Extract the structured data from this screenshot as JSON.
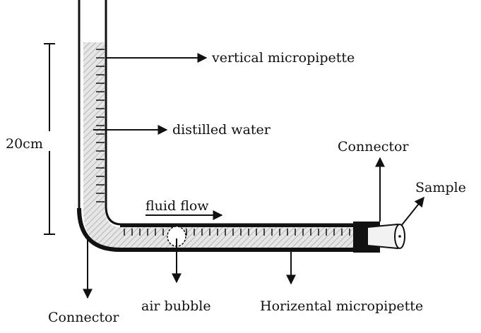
{
  "labels": {
    "height": "20cm",
    "vertical_micropipette": "vertical micropipette",
    "distilled_water": "distilled water",
    "fluid_flow": "fluid flow",
    "connector_right": "Connector",
    "sample": "Sample",
    "connector_bottom": "Connector",
    "air_bubble": "air bubble",
    "horizontal_micropipette": "Horizental micropipette"
  },
  "colors": {
    "ink": "#111111",
    "water": "#d9d9d9"
  }
}
